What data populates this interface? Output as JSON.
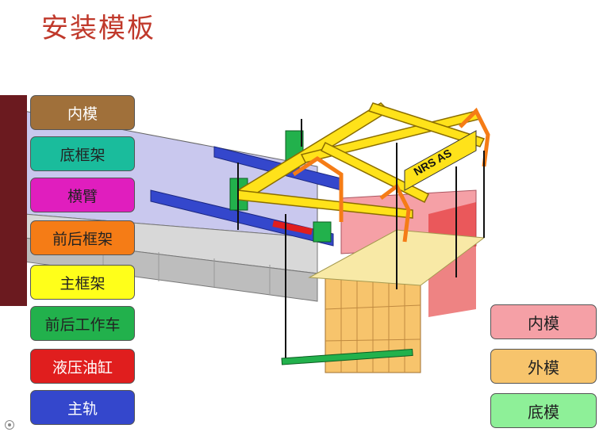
{
  "title": "安装模板",
  "left_legend": [
    {
      "label": "内模",
      "color": "#a0703a"
    },
    {
      "label": "底框架",
      "color": "#1abc9c"
    },
    {
      "label": "横臂",
      "color": "#e01ebe"
    },
    {
      "label": "前后框架",
      "color": "#f57c16"
    },
    {
      "label": "主框架",
      "color": "#ffff1a"
    },
    {
      "label": "前后工作车",
      "color": "#22b14c"
    },
    {
      "label": "液压油缸",
      "color": "#e01e1e"
    },
    {
      "label": "主轨",
      "color": "#3447cc"
    }
  ],
  "right_legend": [
    {
      "label": "内模",
      "color": "#f5a0a6"
    },
    {
      "label": "外模",
      "color": "#f7c46c"
    },
    {
      "label": "底模",
      "color": "#8ef098"
    }
  ],
  "machine_label": "NRS AS"
}
